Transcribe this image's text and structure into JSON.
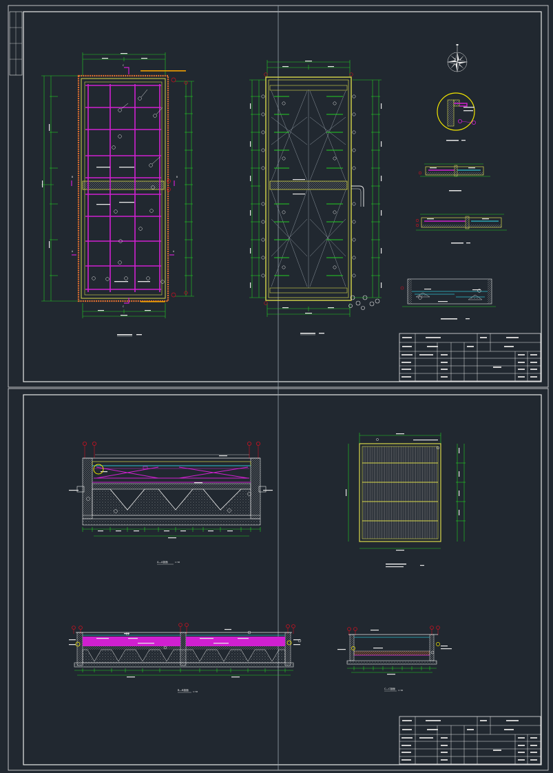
{
  "sheets": [
    {
      "id": "sheet-top",
      "views": [
        {
          "id": "plan-structure",
          "title": "",
          "scale": ""
        },
        {
          "id": "plan-layout",
          "title": "",
          "scale": ""
        },
        {
          "id": "detail-node",
          "title": "",
          "scale": ""
        },
        {
          "id": "section-1",
          "title": "",
          "scale": ""
        },
        {
          "id": "section-2",
          "title": "",
          "scale": ""
        },
        {
          "id": "section-3",
          "title": "",
          "scale": ""
        }
      ]
    },
    {
      "id": "sheet-bottom",
      "views": [
        {
          "id": "section-a-a",
          "title": "A—A剖面",
          "scale": "1:50"
        },
        {
          "id": "plan-filter-plate",
          "title": "",
          "scale": ""
        },
        {
          "id": "section-b-b",
          "title": "B—B剖面",
          "scale": "1:50"
        },
        {
          "id": "section-c-c",
          "title": "C—C剖面",
          "scale": "1:50"
        }
      ]
    }
  ],
  "section_markers": [
    "A",
    "A",
    "B",
    "B",
    "C",
    "C"
  ],
  "colors": {
    "background": "#212830",
    "frame": "#e8e8e8",
    "wall": "#d9d94a",
    "hatch": "#e07030",
    "beam": "#d020d0",
    "dimension": "#22d022",
    "bubble": "#d01020",
    "leader": "#e8e8e8",
    "highlight": "#f2e600",
    "cyan": "#30c0d0"
  },
  "icons": {
    "north_arrow": "north-arrow-icon",
    "section_marker": "section-marker-icon"
  }
}
